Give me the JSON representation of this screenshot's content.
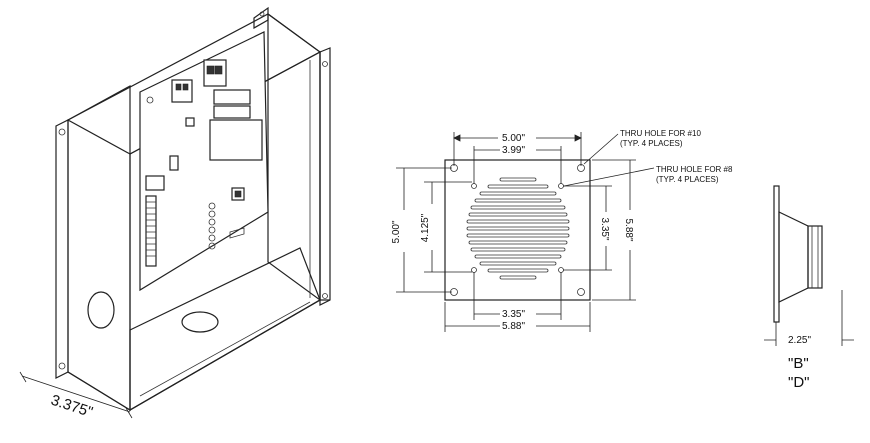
{
  "box": {
    "depth_label": "3.375\""
  },
  "grille": {
    "width_outer": "5.00\"",
    "width_inner": "3.99\"",
    "height_outer": "5.00\"",
    "height_inner": "4.125\"",
    "hole_spacing_v": "3.35\"",
    "height_overall": "5.88\"",
    "hole_spacing_h": "3.35\"",
    "width_overall": "5.88\"",
    "note1_line1": "THRU HOLE FOR #10",
    "note1_line2": "(TYP. 4 PLACES)",
    "note2_line1": "THRU HOLE FOR #8",
    "note2_line2": "(TYP. 4 PLACES)"
  },
  "speaker": {
    "depth_label": "2.25\"",
    "model_b": "\"B\"",
    "model_d": "\"D\""
  }
}
